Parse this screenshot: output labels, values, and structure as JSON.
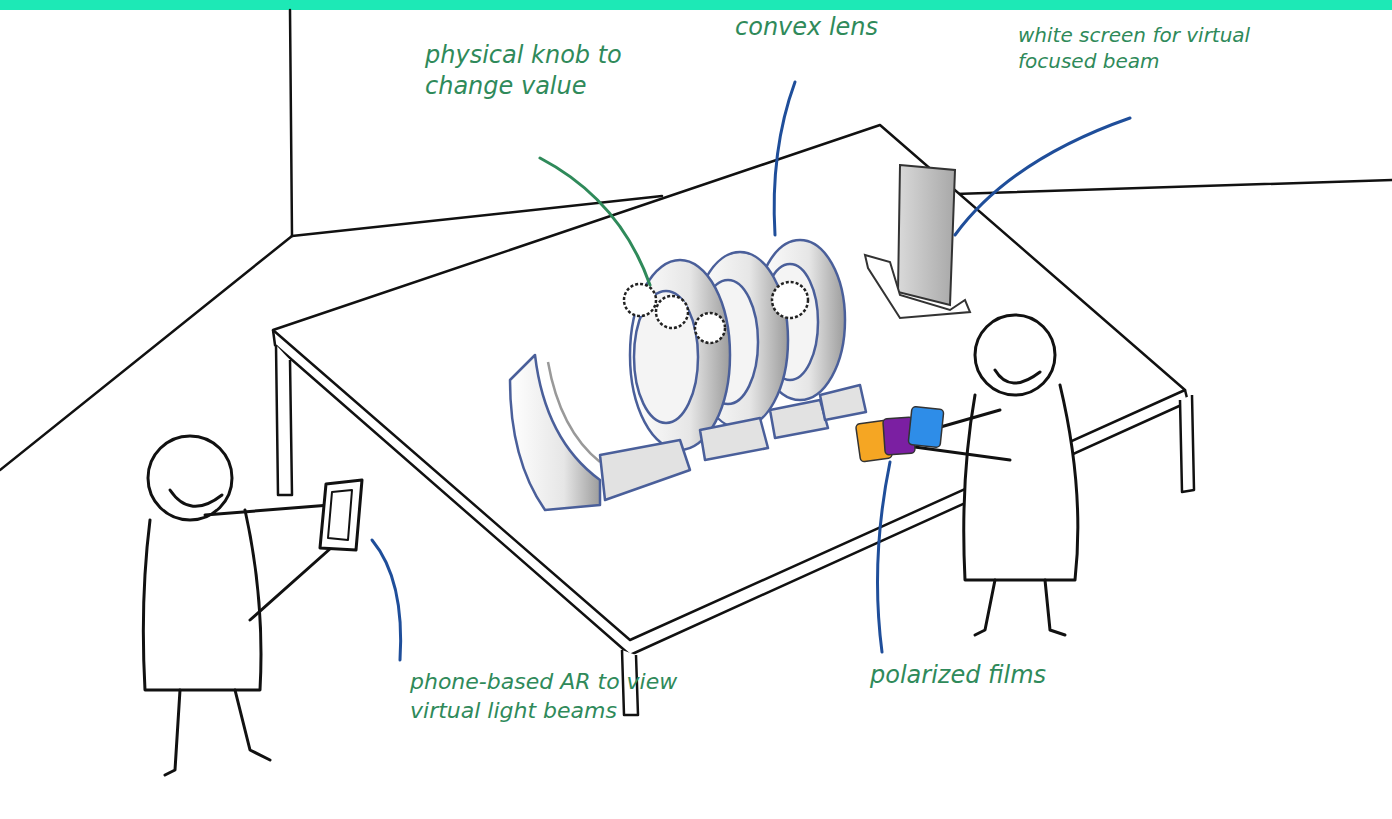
{
  "diagram": {
    "labels": [
      "physical knob to change value",
      "convex lens",
      "white screen for virtual focused beam",
      "phone-based AR to view virtual light beams",
      "polarized films"
    ]
  }
}
